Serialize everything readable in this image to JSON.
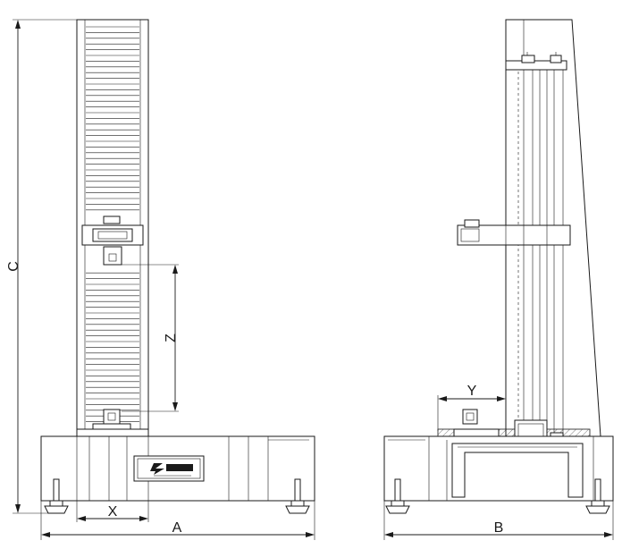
{
  "dimensions": {
    "A": "A",
    "B": "B",
    "C": "C",
    "X": "X",
    "Y": "Y",
    "Z": "Z"
  },
  "icons": {
    "brand_logo": "brand-logo-icon"
  },
  "colors": {
    "line": "#1a1a1a",
    "background": "#ffffff"
  }
}
